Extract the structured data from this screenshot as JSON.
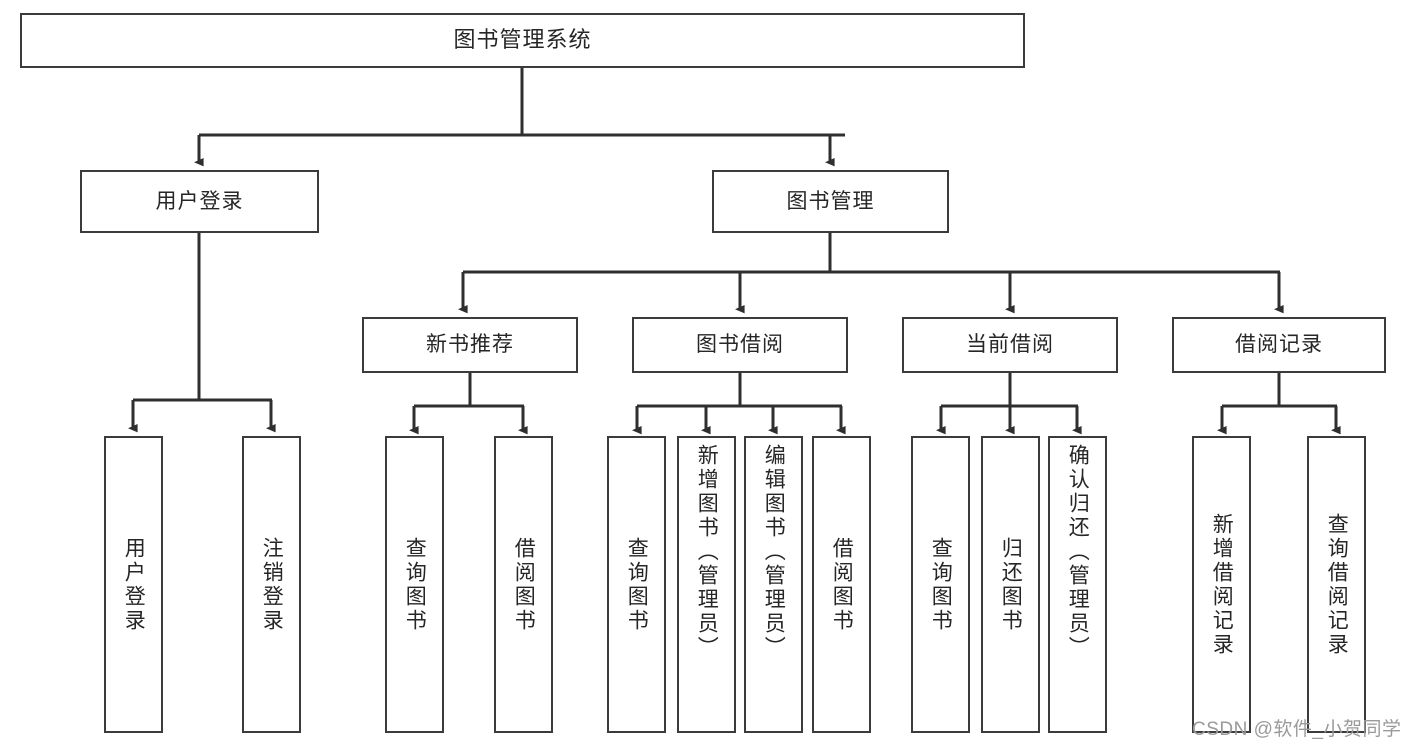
{
  "diagram": {
    "type": "tree-hierarchy",
    "title": "图书管理系统",
    "watermark": "CSDN @软件_小贺同学",
    "colors": {
      "box_border": "#3b3b3b",
      "box_fill": "#ffffff",
      "connector": "#2f2f2f",
      "text": "#262626",
      "watermark": "#9a9a9a"
    },
    "levels": {
      "level1": [
        "图书管理系统"
      ],
      "level2": [
        "用户登录",
        "图书管理"
      ],
      "level3": [
        "新书推荐",
        "图书借阅",
        "当前借阅",
        "借阅记录"
      ],
      "level4": [
        "用户登录",
        "注销登录",
        "查询图书",
        "借阅图书",
        "查询图书",
        "新增图书（管理员）",
        "编辑图书（管理员）",
        "借阅图书",
        "查询图书",
        "归还图书",
        "确认归还（管理员）",
        "新增借阅记录",
        "查询借阅记录"
      ]
    },
    "nodes": {
      "root": "图书管理系统",
      "user_login": "用户登录",
      "book_manage": "图书管理",
      "new_book_rec": "新书推荐",
      "book_borrow": "图书借阅",
      "current_borrow": "当前借阅",
      "borrow_record": "借阅记录",
      "leaf_user_login": "用户登录",
      "leaf_logout": "注销登录",
      "leaf_query_book_1": "查询图书",
      "leaf_borrow_book_1": "借阅图书",
      "leaf_query_book_2": "查询图书",
      "leaf_add_book": "新增图书（管理员）",
      "leaf_edit_book": "编辑图书（管理员）",
      "leaf_borrow_book_2": "借阅图书",
      "leaf_query_book_3": "查询图书",
      "leaf_return_book": "归还图书",
      "leaf_confirm_return": "确认归还（管理员）",
      "leaf_add_record": "新增借阅记录",
      "leaf_query_record": "查询借阅记录"
    },
    "edges": [
      {
        "from": "root",
        "to": "user_login"
      },
      {
        "from": "root",
        "to": "book_manage"
      },
      {
        "from": "user_login",
        "to": "leaf_user_login"
      },
      {
        "from": "user_login",
        "to": "leaf_logout"
      },
      {
        "from": "book_manage",
        "to": "new_book_rec"
      },
      {
        "from": "book_manage",
        "to": "book_borrow"
      },
      {
        "from": "book_manage",
        "to": "current_borrow"
      },
      {
        "from": "book_manage",
        "to": "borrow_record"
      },
      {
        "from": "new_book_rec",
        "to": "leaf_query_book_1"
      },
      {
        "from": "new_book_rec",
        "to": "leaf_borrow_book_1"
      },
      {
        "from": "book_borrow",
        "to": "leaf_query_book_2"
      },
      {
        "from": "book_borrow",
        "to": "leaf_add_book"
      },
      {
        "from": "book_borrow",
        "to": "leaf_edit_book"
      },
      {
        "from": "book_borrow",
        "to": "leaf_borrow_book_2"
      },
      {
        "from": "current_borrow",
        "to": "leaf_query_book_3"
      },
      {
        "from": "current_borrow",
        "to": "leaf_return_book"
      },
      {
        "from": "current_borrow",
        "to": "leaf_confirm_return"
      },
      {
        "from": "borrow_record",
        "to": "leaf_add_record"
      },
      {
        "from": "borrow_record",
        "to": "leaf_query_record"
      }
    ]
  }
}
